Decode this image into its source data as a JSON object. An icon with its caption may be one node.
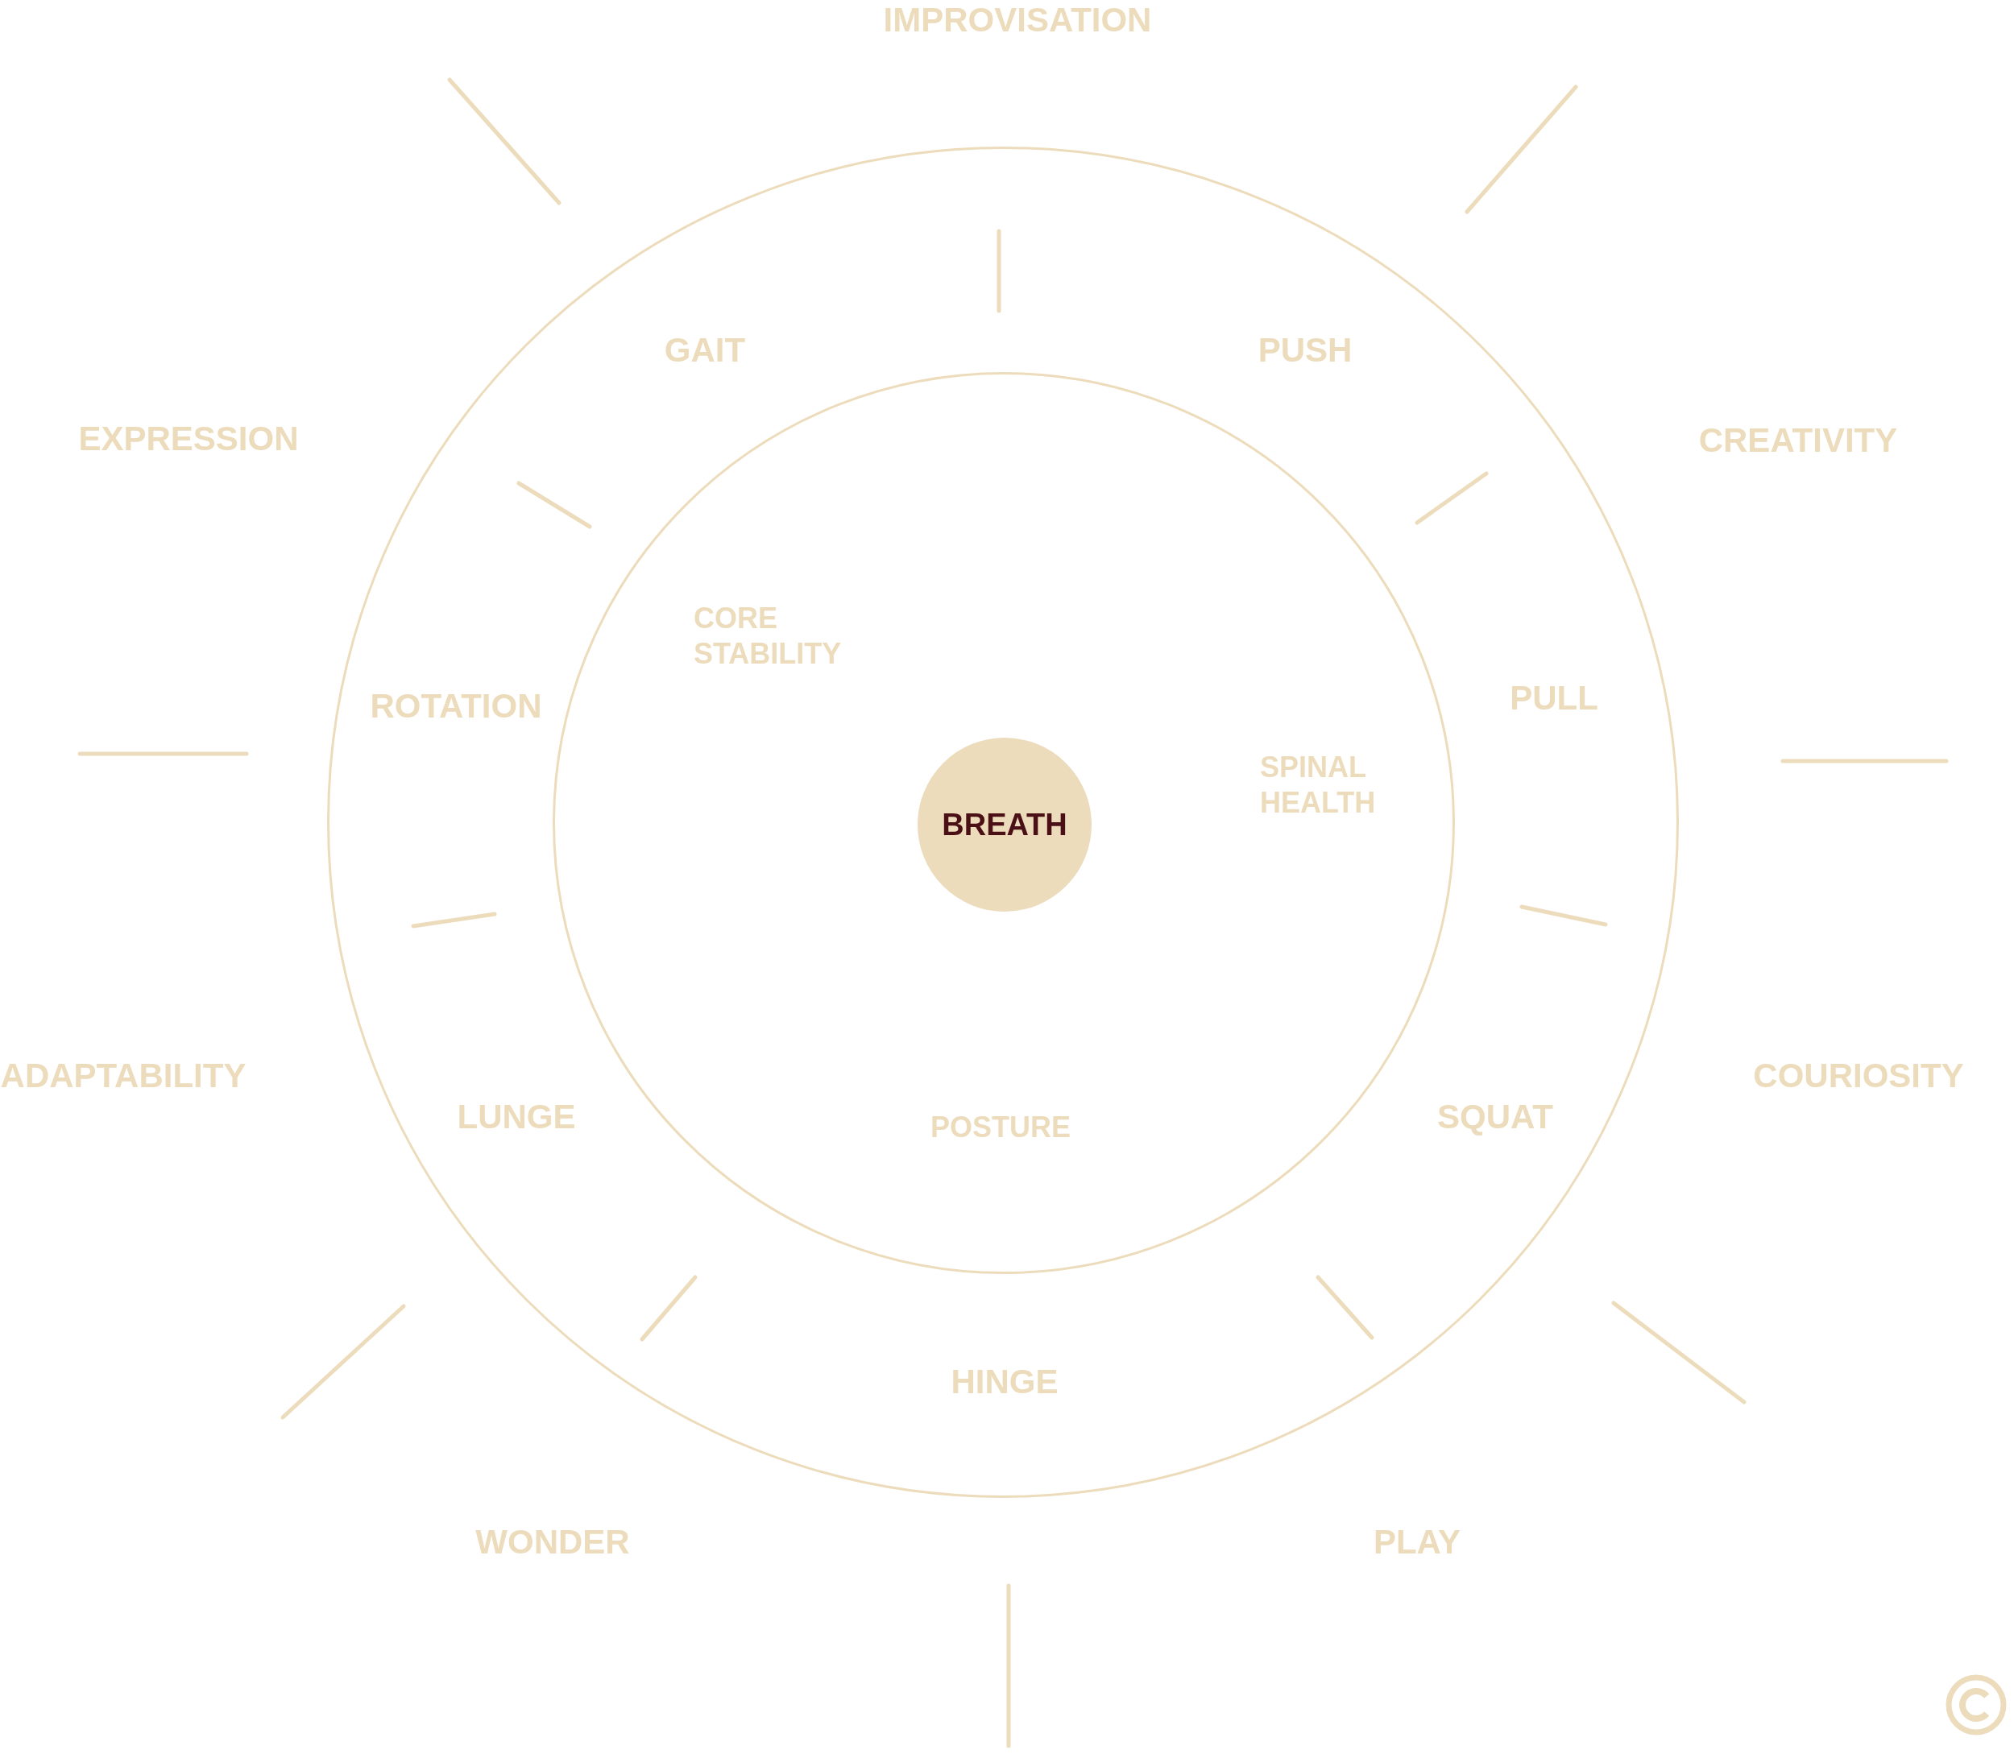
{
  "diagram": {
    "nodes": [
      {
        "text": [
          "GAIT",
          "PUSH",
          "ROTATION",
          "PULL",
          "LUNGE",
          "SQUAT",
          "HINGE"
        ]
      },
      {
        "text": [
          "CORE STABILITY",
          "SPINAL HEALTH",
          "POSTURE"
        ],
        "in": 0
      },
      {
        "text": [
          "BREATH"
        ],
        "in": 1
      }
    ],
    "labels": [
      "IMPROVISATION",
      "EXPRESSION",
      "CREATIVITY",
      "ADAPTABILITY",
      "COURIOSITY",
      "WONDER",
      "PLAY"
    ]
  }
}
